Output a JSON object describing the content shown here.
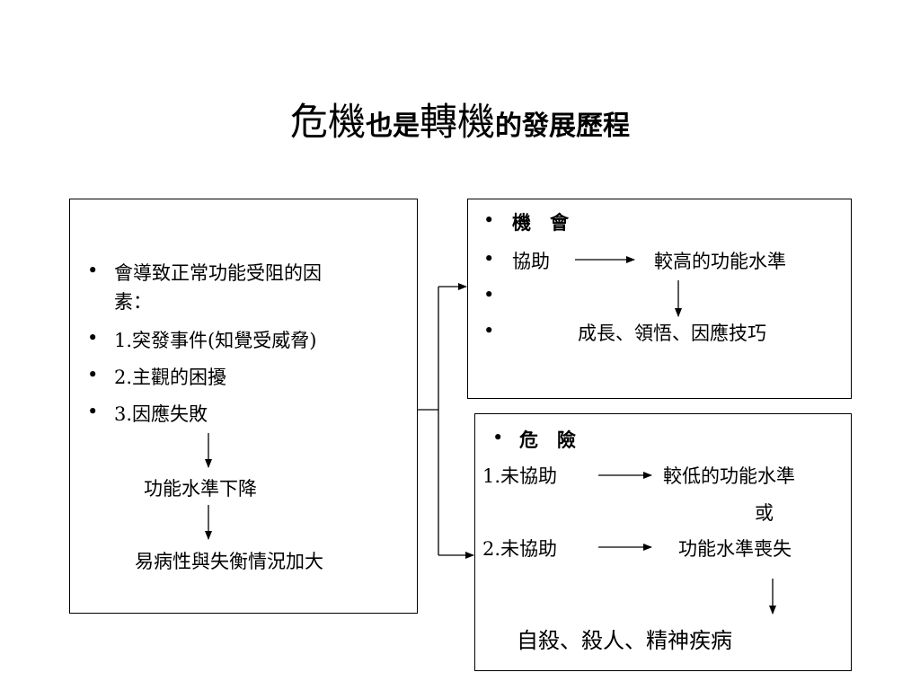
{
  "title": {
    "part1": "危機",
    "part2": "也是",
    "part3": "轉機",
    "part4": "的發展歷程"
  },
  "left_box": {
    "bullet": "•",
    "item1_line1": "會導致正常功能受阻的因",
    "item1_line2": "素：",
    "item2": "1.突發事件(知覺受威脅)",
    "item3": "2.主觀的困擾",
    "item4": "3.因應失敗",
    "step1": "功能水準下降",
    "step2": "易病性與失衡情況加大"
  },
  "opportunity_box": {
    "bullet": "•",
    "heading": "機　會",
    "help": "協助",
    "higher": "較高的功能水準",
    "growth": "成長、領悟、因應技巧"
  },
  "danger_box": {
    "bullet": "•",
    "heading": "危　險",
    "row1_label": "1.未協助",
    "row1_result": "較低的功能水準",
    "or": "或",
    "row2_label": "2.未協助",
    "row2_result": "功能水準喪失",
    "outcome": "自殺、殺人、精神疾病"
  }
}
